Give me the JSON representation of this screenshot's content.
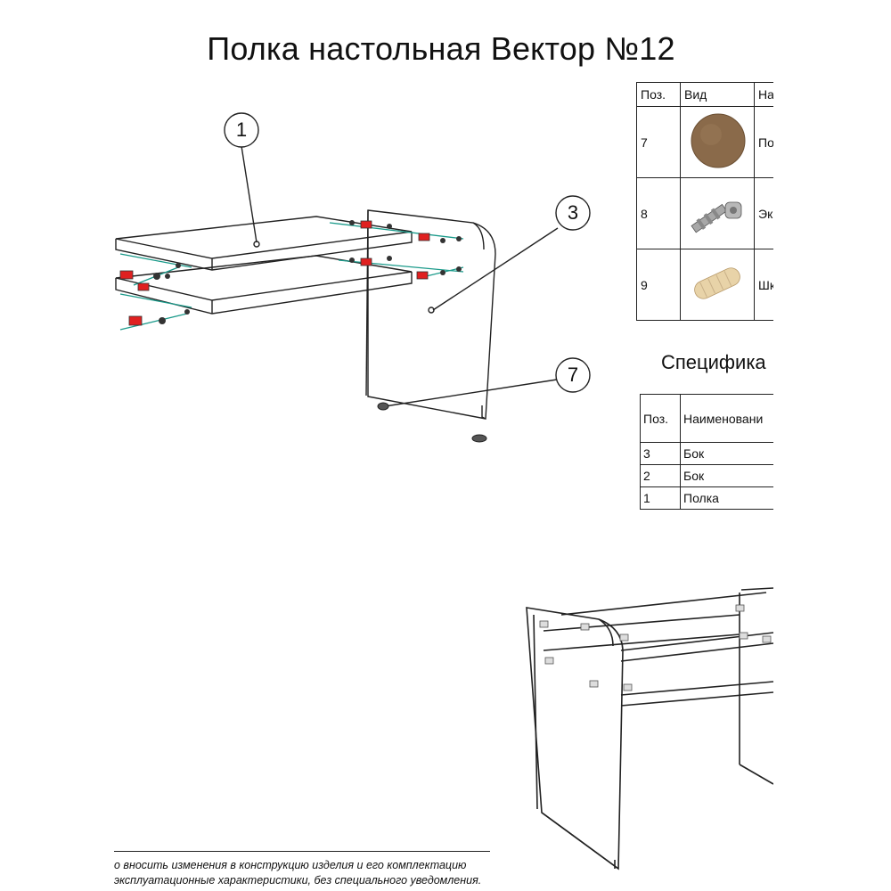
{
  "title": "Полка настольная Вектор №12",
  "callouts": [
    "1",
    "3",
    "7"
  ],
  "parts_table": {
    "headers": [
      "Поз.",
      "Вид",
      "Наи"
    ],
    "rows": [
      {
        "pos": "7",
        "name": "Под",
        "icon": "round-foot-pad-icon"
      },
      {
        "pos": "8",
        "name": "Эко",
        "icon": "eccentric-fastener-icon"
      },
      {
        "pos": "9",
        "name": "Шка",
        "icon": "wooden-dowel-icon"
      }
    ]
  },
  "spec_title": "Специфика",
  "spec_table": {
    "headers": [
      "Поз.",
      "Наименовани"
    ],
    "rows": [
      {
        "pos": "3",
        "name": "Бок"
      },
      {
        "pos": "2",
        "name": "Бок"
      },
      {
        "pos": "1",
        "name": "Полка"
      }
    ]
  },
  "footer": {
    "line1": "о вносить изменения в конструкцию изделия и его комплектацию",
    "line2": "эксплуатационные характеристики, без специального уведомления."
  },
  "colors": {
    "line": "#222222",
    "fastener_red": "#e02020",
    "guide_teal": "#1a9a8a",
    "pad_brown": "#8a6a4a",
    "dowel": "#e8d3a8"
  }
}
